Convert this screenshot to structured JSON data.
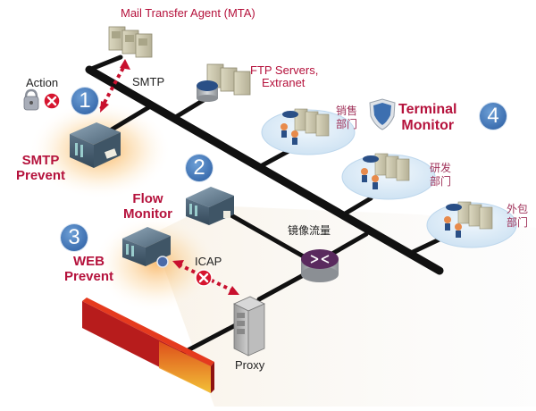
{
  "diagram": {
    "title": "DLP network deployment",
    "colors": {
      "label_red": "#b5123c",
      "badge_blue": "#3d6fb0",
      "backbone": "#111111",
      "arrow_red": "#c8102e",
      "router_purple": "#5a2a5e",
      "firewall_red": "#b71c1c"
    },
    "nodes": {
      "mta": {
        "label": "Mail Transfer Agent (MTA)",
        "icon": "server-rack-icon"
      },
      "ftp": {
        "label_line1": "FTP Servers,",
        "label_line2": "Extranet",
        "icon": "server-rack-icon"
      },
      "smtp_prevent": {
        "label_line1": "SMTP",
        "label_line2": "Prevent",
        "badge": "1",
        "icon": "appliance-icon"
      },
      "flow_monitor": {
        "label_line1": "Flow",
        "label_line2": "Monitor",
        "badge": "2",
        "icon": "appliance-icon"
      },
      "web_prevent": {
        "label_line1": "WEB",
        "label_line2": "Prevent",
        "badge": "3",
        "icon": "appliance-icon"
      },
      "terminal_monitor": {
        "label_line1": "Terminal",
        "label_line2": "Monitor",
        "badge": "4",
        "icon": "shield-icon"
      },
      "proxy": {
        "label": "Proxy",
        "icon": "tower-server-icon"
      },
      "router": {
        "label": "镜像流量",
        "icon": "router-icon"
      },
      "firewall": {
        "icon": "firewall-icon"
      }
    },
    "departments": [
      {
        "line1": "销售",
        "line2": "部门"
      },
      {
        "line1": "研发",
        "line2": "部门"
      },
      {
        "line1": "外包",
        "line2": "部门"
      }
    ],
    "links": {
      "smtp": "SMTP",
      "icap": "ICAP"
    },
    "action": {
      "label": "Action",
      "icons": [
        "padlock-icon",
        "block-x-icon"
      ]
    }
  }
}
